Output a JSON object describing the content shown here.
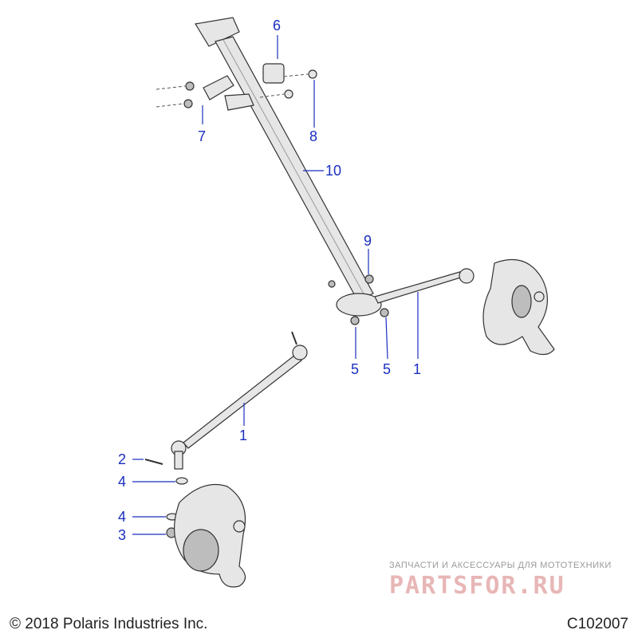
{
  "callouts": {
    "c1a": "1",
    "c1b": "1",
    "c2": "2",
    "c3": "3",
    "c4a": "4",
    "c4b": "4",
    "c5a": "5",
    "c5b": "5",
    "c6": "6",
    "c7": "7",
    "c8": "8",
    "c9": "9",
    "c10": "10"
  },
  "footer": {
    "copyright": "© 2018 Polaris Industries Inc.",
    "code": "C102007"
  },
  "watermark": {
    "tagline": "ЗАПЧАСТИ И АКСЕССУАРЫ ДЛЯ МОТОТЕХНИКИ",
    "brand": "PARTSFOR.RU"
  },
  "colors": {
    "callout": "#1a2fbf",
    "watermark": "#e8b6b6"
  }
}
